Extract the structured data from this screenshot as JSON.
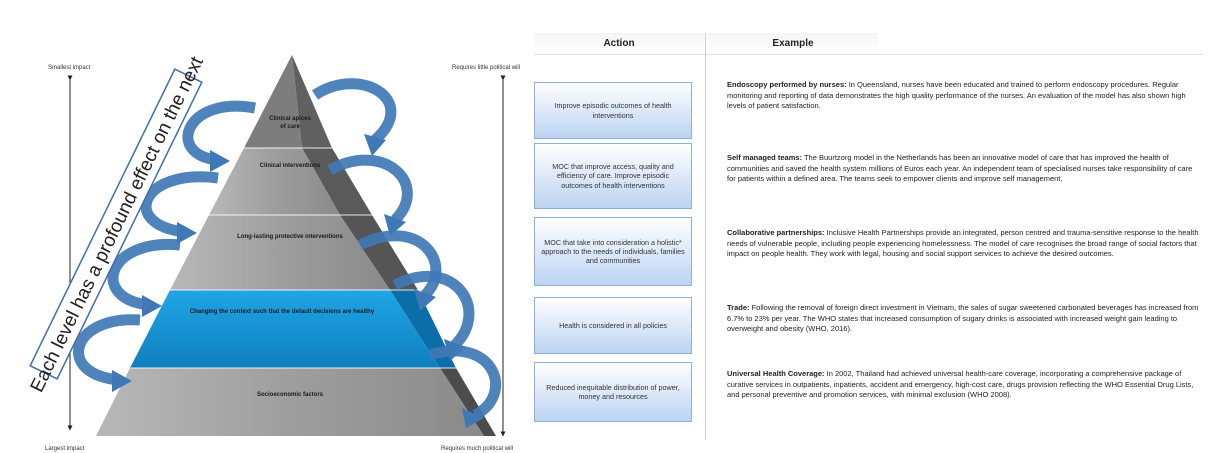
{
  "pyramid": {
    "left_axis_top": "Smallest impact",
    "left_axis_bottom": "Largest impact",
    "right_axis_top": "Requires little political will",
    "right_axis_bottom": "Requires much political will",
    "banner": "Each level has a profound effect on the next",
    "tiers": [
      {
        "label_line1": "Clinical apices",
        "label_line2": "of care"
      },
      {
        "label": "Clinical interventions"
      },
      {
        "label": "Long-lasting protective interventions"
      },
      {
        "label": "Changing the context such that the default decisions are healthy"
      },
      {
        "label": "Socioeconomic factors"
      }
    ],
    "colors": {
      "grey_face": "#9a9a9a",
      "grey_side": "#5e5e5e",
      "blue_face": "#1b9ad6",
      "blue_side": "#0b6ea8",
      "arrow": "#3f78b6"
    }
  },
  "table": {
    "action_header": "Action",
    "example_header": "Example",
    "rows": [
      {
        "action": "Improve episodic outcomes of health interventions",
        "example_bold": "Endoscopy performed by nurses:",
        "example_text": " In Queensland, nurses have been educated and trained to perform endoscopy procedures. Regular monitoring and reporting of data demonstrates the high quality performance of the nurses. An evaluation of the model has also shown high levels of patient satisfaction."
      },
      {
        "action": "MOC that improve access, quality and efficiency of care. Improve episodic outcomes of health interventions",
        "example_bold": "Self managed teams:",
        "example_text": " The Buurtzorg model in the Netherlands has been an innovative model of care that has improved the health of communities and saved the health system millions of Euros each year. An independent team of specialised nurses take responsibility of care for patients within a defined area. The teams seek to empower clients and improve self management."
      },
      {
        "action": "MOC that take into consideration a holistic* approach to the needs of individuals, families and communities",
        "example_bold": "Collaborative partnerships:",
        "example_text": " Inclusive Health Partnerships provide an integrated, person centred and trauma-sensitive response to the health needs of vulnerable people, including people experiencing homelessness. The model of care recognises the broad range of social factors that impact on people health. They work with legal, housing and social support services to achieve the desired outcomes."
      },
      {
        "action": "Health is considered in all policies",
        "example_bold": "Trade:",
        "example_text": " Following the removal of foreign direct investment in Vietnam, the sales of sugar sweetened carbonated beverages has increased from 6.7% to 23% per year. The WHO states that increased consumption of sugary drinks is associated with increased weight gain leading to overweight and obesity (WHO, 2016)."
      },
      {
        "action": "Reduced inequitable distribution of power, money and resources",
        "example_bold": "Universal Health Coverage:",
        "example_text": " In 2002, Thailand had achieved universal health-care coverage, incorporating a comprehensive package of curative services in outpatients, inpatients, accident and emergency, high-cost care, drugs provision reflecting the WHO Essential Drug Lists, and personal preventive and promotion services, with minimal exclusion (WHO 2008)."
      }
    ]
  }
}
